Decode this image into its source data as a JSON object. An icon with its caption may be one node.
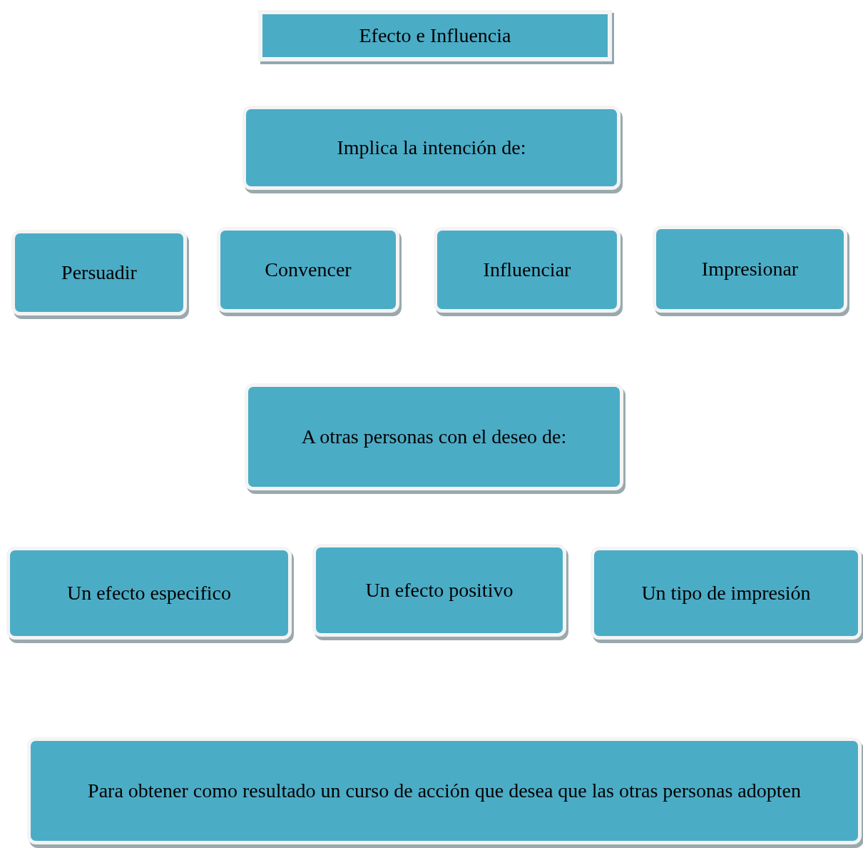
{
  "diagram": {
    "nodes": [
      {
        "text": [
          "Efecto e Influencia"
        ]
      },
      {
        "text": [
          "Implica la intención de:"
        ]
      },
      {
        "text": [
          "Persuadir"
        ]
      },
      {
        "text": [
          "Convencer"
        ]
      },
      {
        "text": [
          "Influenciar"
        ]
      },
      {
        "text": [
          "Impresionar"
        ]
      },
      {
        "text": [
          "A otras personas con el deseo de:"
        ]
      },
      {
        "text": [
          "Un efecto especifico"
        ]
      },
      {
        "text": [
          "Un efecto positivo"
        ]
      },
      {
        "text": [
          "Un tipo de impresión"
        ]
      },
      {
        "text": [
          "Para obtener como resultado un curso de acción que desea que las otras personas adopten"
        ]
      }
    ]
  }
}
